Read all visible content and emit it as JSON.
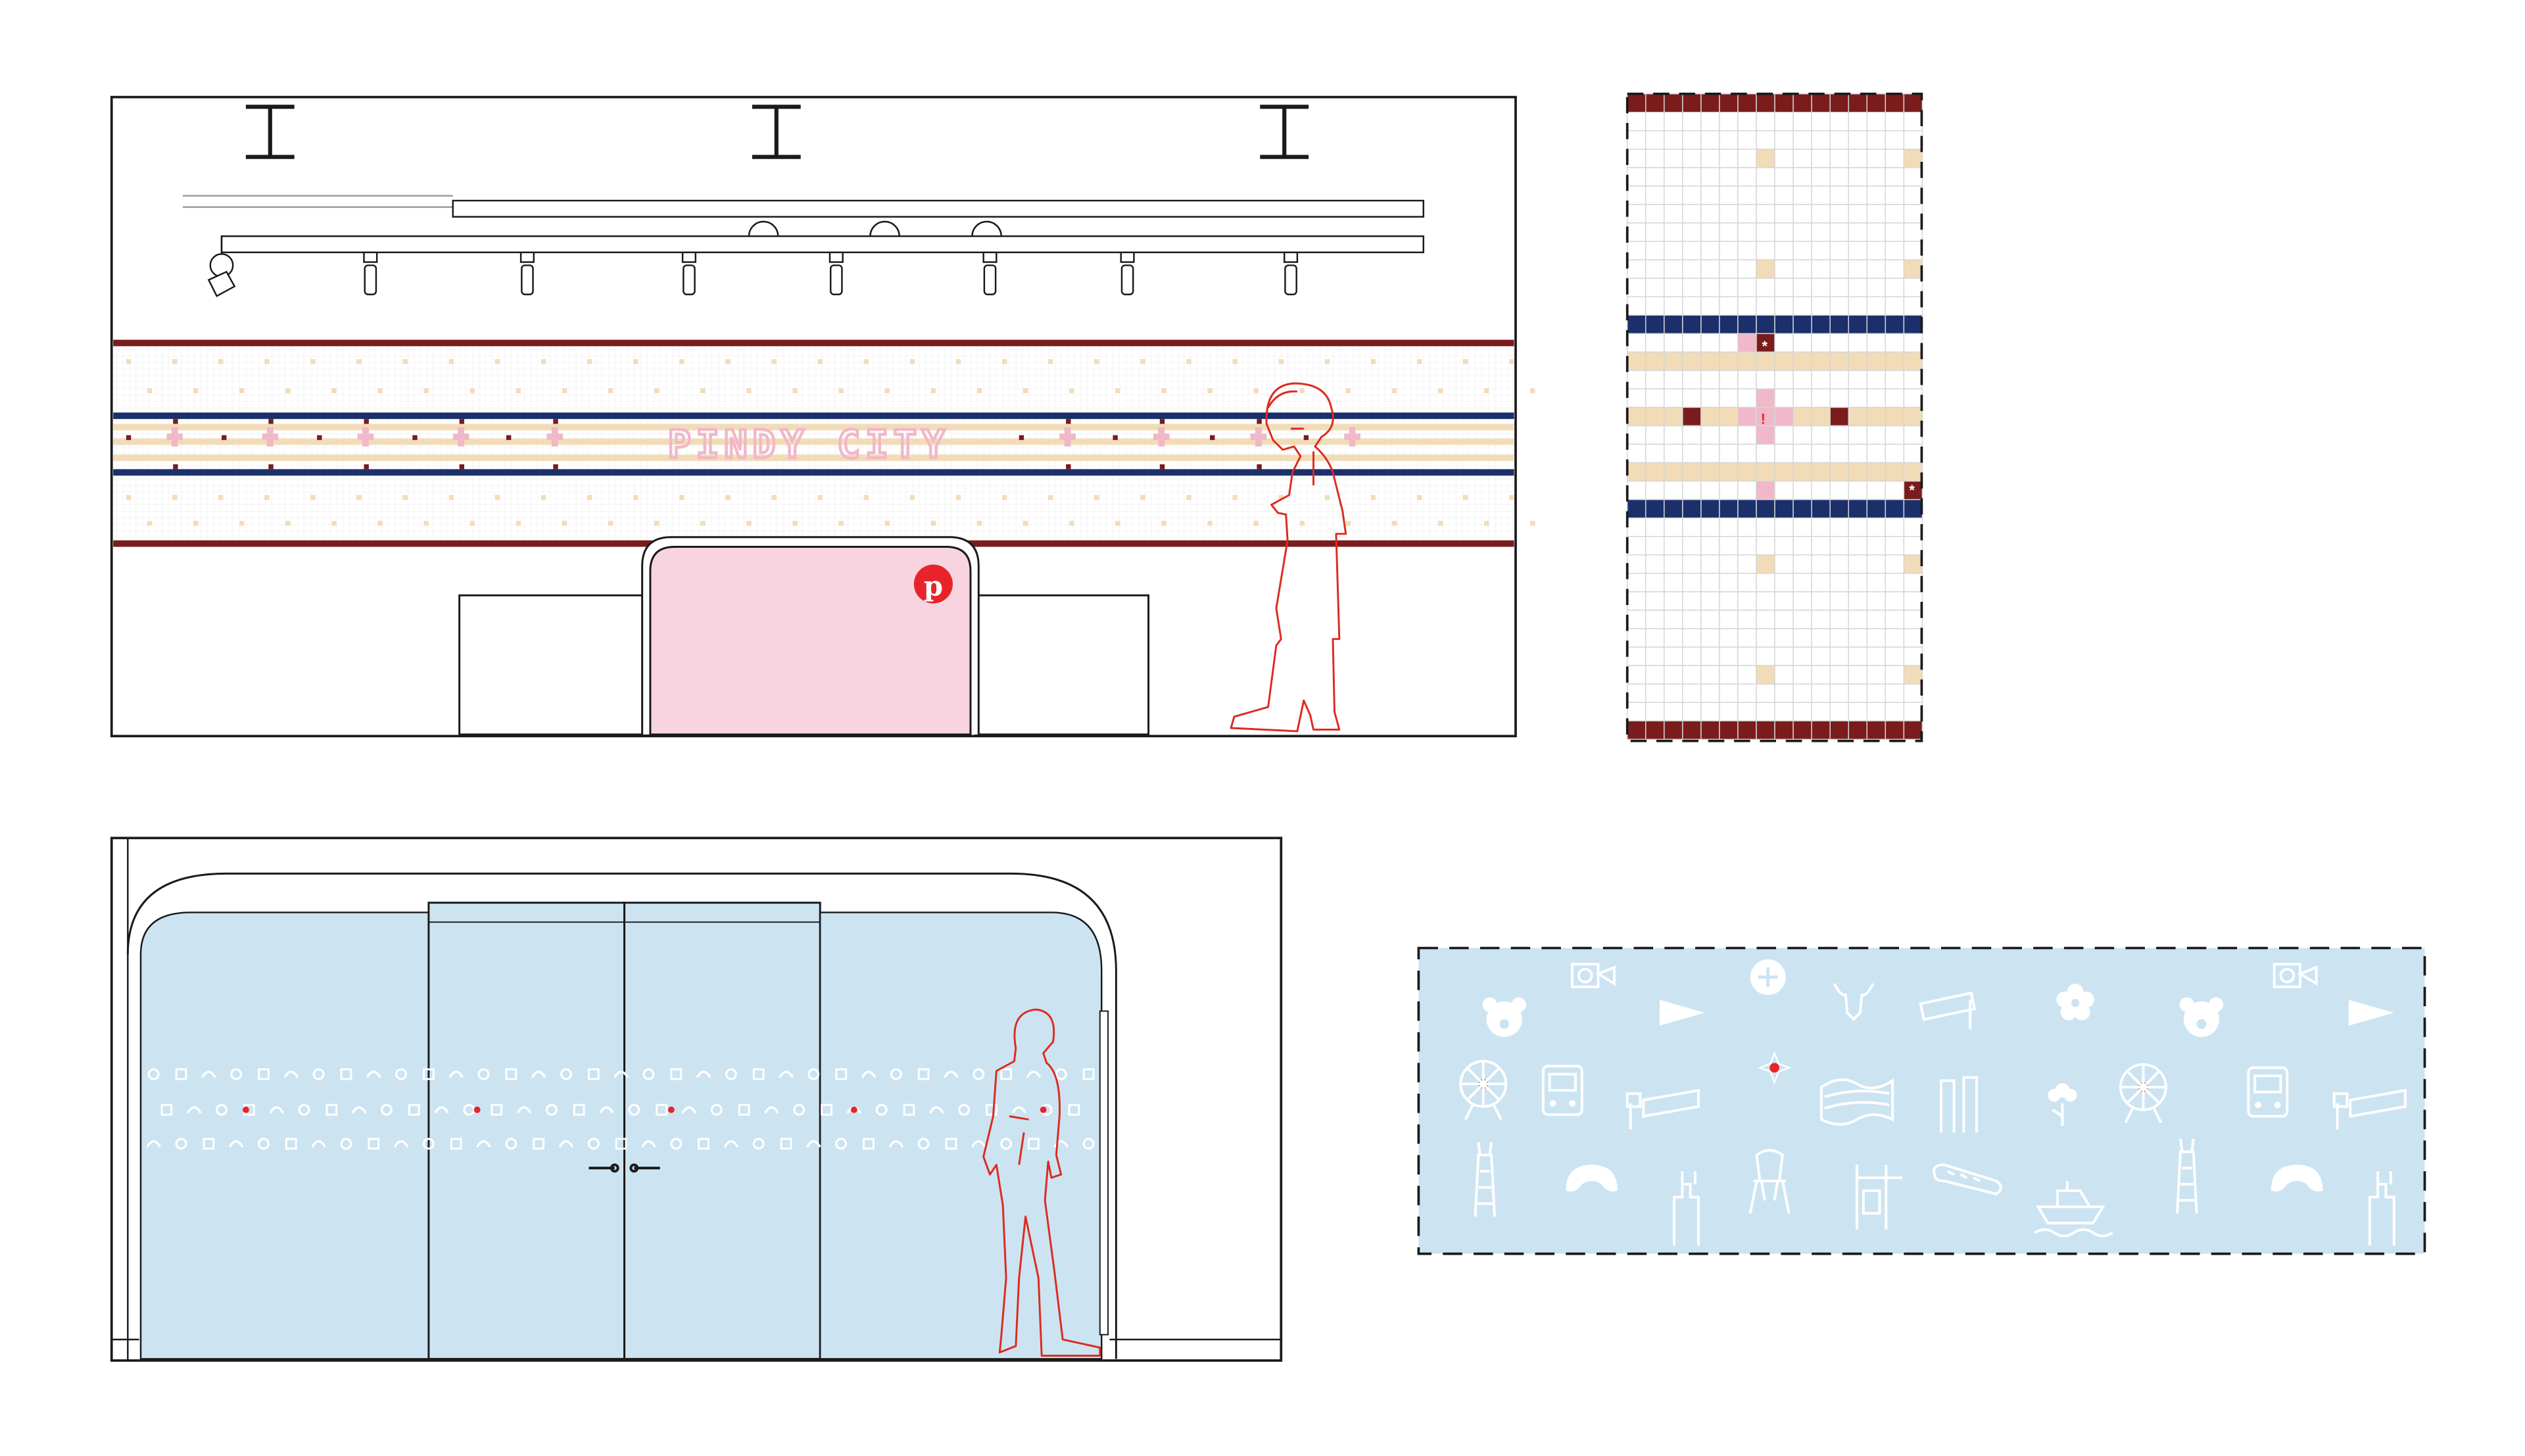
{
  "reception_elevation": {
    "wall_text": "PINDY CITY",
    "logo_letter": "p",
    "figure": "standing-person-outline"
  },
  "tile_pattern": {
    "star_glyph": "*",
    "pin_glyph": "!"
  },
  "glass_elevation": {
    "figure": "standing-person-outline"
  },
  "film_pattern": {
    "icons": [
      "bear-icon",
      "camera-icon",
      "pizza-slice-icon",
      "building-logo-icon",
      "bull-icon",
      "train-sign-icon",
      "flower-icon",
      "ferris-wheel-icon",
      "train-icon",
      "el-stop-sign-icon",
      "chicago-star-icon",
      "chicago-flag-icon",
      "cactus-icon",
      "skyscraper-icon",
      "bean-icon",
      "willis-tower-icon",
      "folding-chair-icon",
      "window-frame-icon",
      "hot-dog-icon",
      "boat-icon"
    ]
  },
  "colors": {
    "line": "#1a1a1a",
    "maroon": "#7a1c1c",
    "navy": "#1b2f6b",
    "tan": "#f2dcb8",
    "pink": "#f7d4df",
    "pink_tile": "#f0b8c8",
    "red": "#e8242a",
    "figure_red": "#dd2a1f",
    "glass_blue": "#cce4f1",
    "grid": "#d6d6d6"
  }
}
